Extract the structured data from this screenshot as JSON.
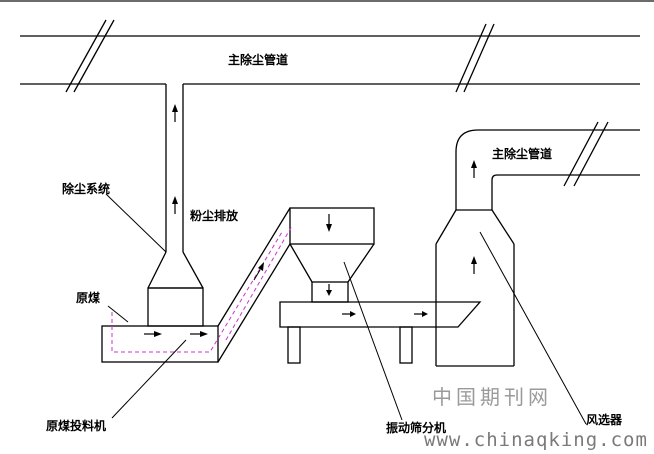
{
  "labels": {
    "main_duct_top": "主除尘管道",
    "main_duct_right": "主除尘管道",
    "dust_system": "除尘系统",
    "dust_discharge": "粉尘排放",
    "raw_coal": "原煤",
    "raw_coal_feeder": "原煤投料机",
    "vibrating_screen": "振动筛分机",
    "air_separator": "风选器"
  },
  "watermark": {
    "site_cn": "中国期刊网",
    "url": "www.chinaqking.com"
  },
  "colors": {
    "line": "#000000",
    "material_path": "#cc33cc",
    "watermark": "#9a9a9a",
    "background": "#ffffff"
  }
}
